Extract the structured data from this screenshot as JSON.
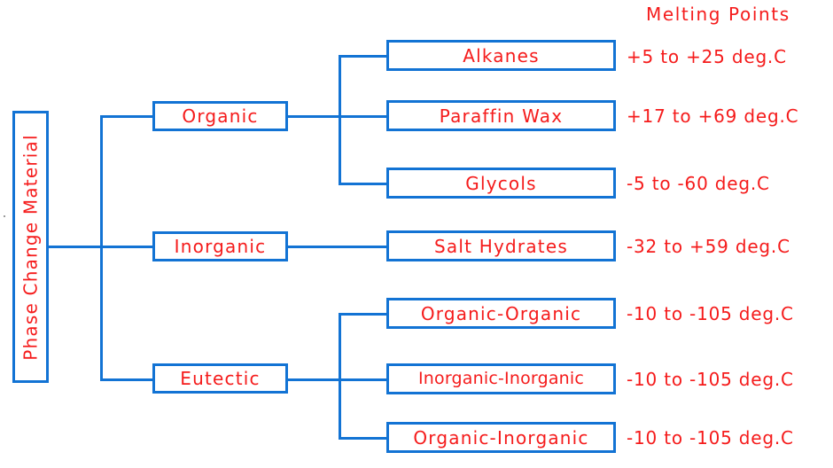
{
  "diagram": {
    "title_column": "Melting Points",
    "root": {
      "label": "Phase Change Material"
    },
    "categories": [
      {
        "id": "organic",
        "label": "Organic"
      },
      {
        "id": "inorganic",
        "label": "Inorganic"
      },
      {
        "id": "eutectic",
        "label": "Eutectic"
      }
    ],
    "leaves": [
      {
        "id": "alkanes",
        "parent": "organic",
        "label": "Alkanes",
        "melting_point": "+5 to +25 deg.C"
      },
      {
        "id": "paraffin-wax",
        "parent": "organic",
        "label": "Paraffin Wax",
        "melting_point": "+17 to +69 deg.C"
      },
      {
        "id": "glycols",
        "parent": "organic",
        "label": "Glycols",
        "melting_point": "-5 to -60 deg.C"
      },
      {
        "id": "salt-hydrates",
        "parent": "inorganic",
        "label": "Salt Hydrates",
        "melting_point": "-32 to +59 deg.C"
      },
      {
        "id": "organic-organic",
        "parent": "eutectic",
        "label": "Organic-Organic",
        "melting_point": "-10 to -105 deg.C"
      },
      {
        "id": "inorganic-inorganic",
        "parent": "eutectic",
        "label": "Inorganic-Inorganic",
        "melting_point": "-10 to -105 deg.C"
      },
      {
        "id": "organic-inorganic",
        "parent": "eutectic",
        "label": "Organic-Inorganic",
        "melting_point": "-10 to -105 deg.C"
      }
    ],
    "colors": {
      "box_border": "#1273d4",
      "text": "#f51b1b",
      "background": "#ffffff",
      "connector": "#1273d4"
    }
  }
}
